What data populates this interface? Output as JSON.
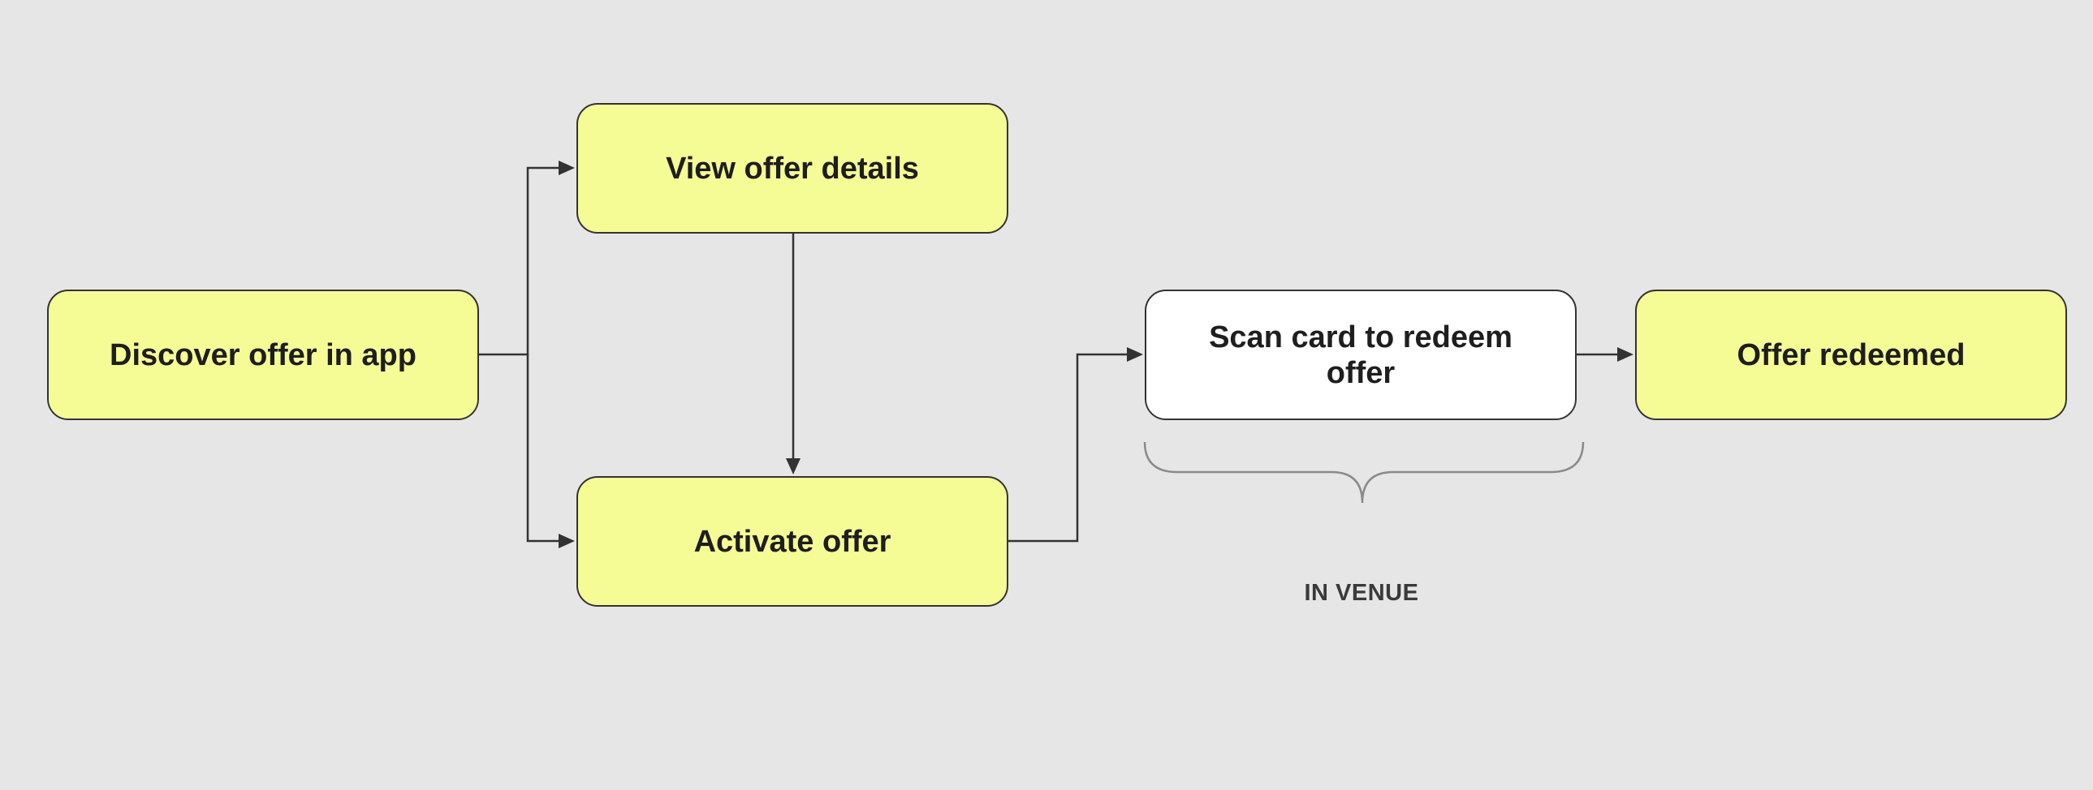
{
  "diagram": {
    "nodes": {
      "discover": "Discover offer in app",
      "view_details": "View offer details",
      "activate": "Activate offer",
      "scan": "Scan card to redeem offer",
      "redeemed": "Offer redeemed"
    },
    "group_label": "IN VENUE",
    "edges": [
      {
        "from": "discover",
        "to": "view_details"
      },
      {
        "from": "discover",
        "to": "activate"
      },
      {
        "from": "view_details",
        "to": "activate"
      },
      {
        "from": "activate",
        "to": "scan"
      },
      {
        "from": "scan",
        "to": "redeemed"
      }
    ]
  },
  "colors": {
    "background": "#e6e6e6",
    "node_fill_yellow": "#f5fb95",
    "node_fill_white": "#ffffff",
    "stroke": "#333333",
    "brace": "#8a8a8a"
  }
}
